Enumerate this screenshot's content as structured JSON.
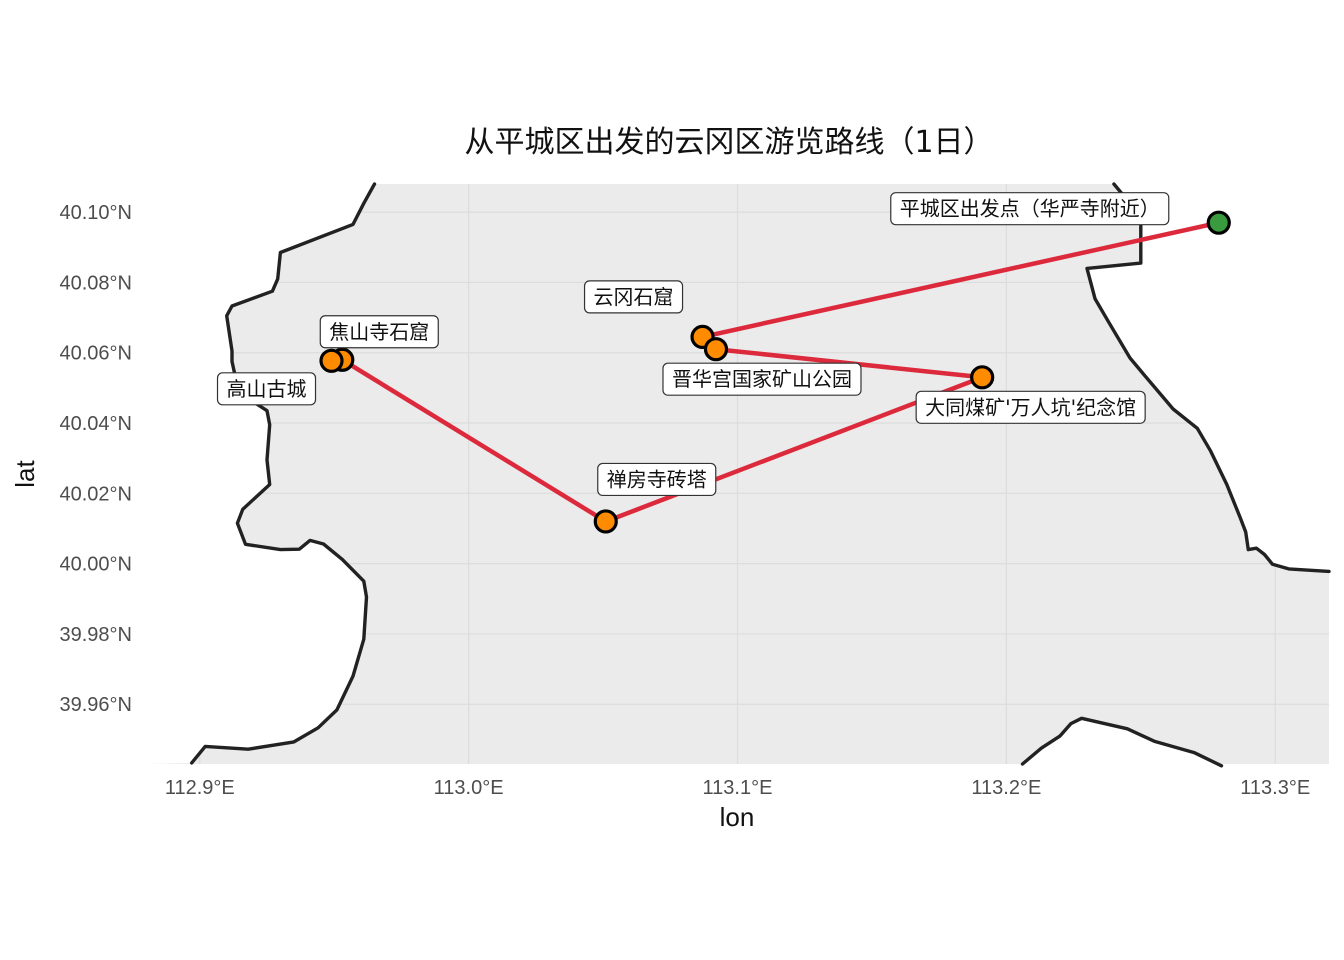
{
  "map": {
    "title": "从平城区出发的云冈区游览路线（1日）",
    "xlabel": "lon",
    "ylabel": "lat",
    "xlim": [
      112.88,
      113.32
    ],
    "ylim": [
      39.943,
      40.108
    ],
    "x_ticks": [
      {
        "value": 112.9,
        "label": "112.9°E"
      },
      {
        "value": 113.0,
        "label": "113.0°E"
      },
      {
        "value": 113.1,
        "label": "113.1°E"
      },
      {
        "value": 113.2,
        "label": "113.2°E"
      },
      {
        "value": 113.3,
        "label": "113.3°E"
      }
    ],
    "y_ticks": [
      {
        "value": 39.96,
        "label": "39.96°N"
      },
      {
        "value": 39.98,
        "label": "39.98°N"
      },
      {
        "value": 40.0,
        "label": "40.00°N"
      },
      {
        "value": 40.02,
        "label": "40.02°N"
      },
      {
        "value": 40.04,
        "label": "40.04°N"
      },
      {
        "value": 40.06,
        "label": "40.06°N"
      },
      {
        "value": 40.08,
        "label": "40.08°N"
      },
      {
        "value": 40.1,
        "label": "40.10°N"
      }
    ],
    "colors": {
      "panel": "#ebebeb",
      "grid": "#dcdcdc",
      "boundary": "#222222",
      "route": "#dc2a3c",
      "start_point": "#3a9a3e",
      "stop_point": "#ff8c00",
      "point_outline": "#000000"
    },
    "boundary_left": [
      [
        112.965,
        40.108
      ],
      [
        112.961,
        40.1025
      ],
      [
        112.957,
        40.0965
      ],
      [
        112.93,
        40.0885
      ],
      [
        112.929,
        40.081
      ],
      [
        112.927,
        40.0775
      ],
      [
        112.912,
        40.0733
      ],
      [
        112.91,
        40.0705
      ],
      [
        112.912,
        40.0605
      ],
      [
        112.912,
        40.0575
      ],
      [
        112.914,
        40.0505
      ],
      [
        112.917,
        40.0475
      ],
      [
        112.925,
        40.0435
      ],
      [
        112.926,
        40.0395
      ],
      [
        112.925,
        40.0295
      ],
      [
        112.926,
        40.0225
      ],
      [
        112.916,
        40.0155
      ],
      [
        112.914,
        40.0115
      ],
      [
        112.917,
        40.0055
      ],
      [
        112.93,
        40.004
      ],
      [
        112.937,
        40.0041
      ],
      [
        112.941,
        40.0066
      ],
      [
        112.946,
        40.0056
      ],
      [
        112.953,
        40.0012
      ],
      [
        112.961,
        39.995
      ],
      [
        112.962,
        39.9905
      ],
      [
        112.961,
        39.9785
      ],
      [
        112.957,
        39.968
      ],
      [
        112.951,
        39.9584
      ],
      [
        112.944,
        39.9533
      ],
      [
        112.935,
        39.9493
      ],
      [
        112.918,
        39.9472
      ],
      [
        112.902,
        39.948
      ],
      [
        112.897,
        39.9433
      ]
    ],
    "boundary_right_top": [
      [
        113.24,
        40.108
      ],
      [
        113.246,
        40.1025
      ],
      [
        113.25,
        40.0973
      ],
      [
        113.25,
        40.0855
      ],
      [
        113.23,
        40.084
      ],
      [
        113.233,
        40.0753
      ],
      [
        113.238,
        40.0688
      ],
      [
        113.246,
        40.0585
      ],
      [
        113.252,
        40.053
      ],
      [
        113.262,
        40.044
      ],
      [
        113.271,
        40.0385
      ],
      [
        113.276,
        40.032
      ],
      [
        113.282,
        40.0225
      ],
      [
        113.287,
        40.013
      ],
      [
        113.289,
        40.009
      ],
      [
        113.29,
        40.004
      ],
      [
        113.293,
        40.0044
      ],
      [
        113.296,
        40.0026
      ],
      [
        113.299,
        39.9998
      ],
      [
        113.305,
        39.9985
      ],
      [
        113.32,
        39.9978
      ]
    ],
    "boundary_right_bottom": [
      [
        113.206,
        39.943
      ],
      [
        113.213,
        39.9475
      ],
      [
        113.22,
        39.951
      ],
      [
        113.224,
        39.9545
      ],
      [
        113.228,
        39.956
      ],
      [
        113.245,
        39.953
      ],
      [
        113.255,
        39.9495
      ],
      [
        113.27,
        39.9462
      ],
      [
        113.28,
        39.9425
      ]
    ],
    "route": [
      [
        113.279,
        40.097
      ],
      [
        113.087,
        40.0645
      ],
      [
        113.092,
        40.061
      ],
      [
        113.191,
        40.053
      ],
      [
        113.051,
        40.012
      ],
      [
        112.953,
        40.058
      ],
      [
        112.95,
        40.058
      ],
      [
        112.949,
        40.0575
      ],
      [
        112.953,
        40.058
      ]
    ],
    "points": [
      {
        "name": "平城区出发点（华严寺附近）",
        "lon": 113.279,
        "lat": 40.097,
        "kind": "start"
      },
      {
        "name": "云冈石窟",
        "lon": 113.087,
        "lat": 40.0645,
        "kind": "stop"
      },
      {
        "name": "晋华宫国家矿山公园",
        "lon": 113.092,
        "lat": 40.061,
        "kind": "stop"
      },
      {
        "name": "大同煤矿'万人坑'纪念馆",
        "lon": 113.191,
        "lat": 40.053,
        "kind": "stop"
      },
      {
        "name": "禅房寺砖塔",
        "lon": 113.051,
        "lat": 40.012,
        "kind": "stop"
      },
      {
        "name": "焦山寺石窟",
        "lon": 112.953,
        "lat": 40.058,
        "kind": "stop"
      },
      {
        "name": "高山古城",
        "lon": 112.949,
        "lat": 40.0577,
        "kind": "stop"
      }
    ]
  }
}
